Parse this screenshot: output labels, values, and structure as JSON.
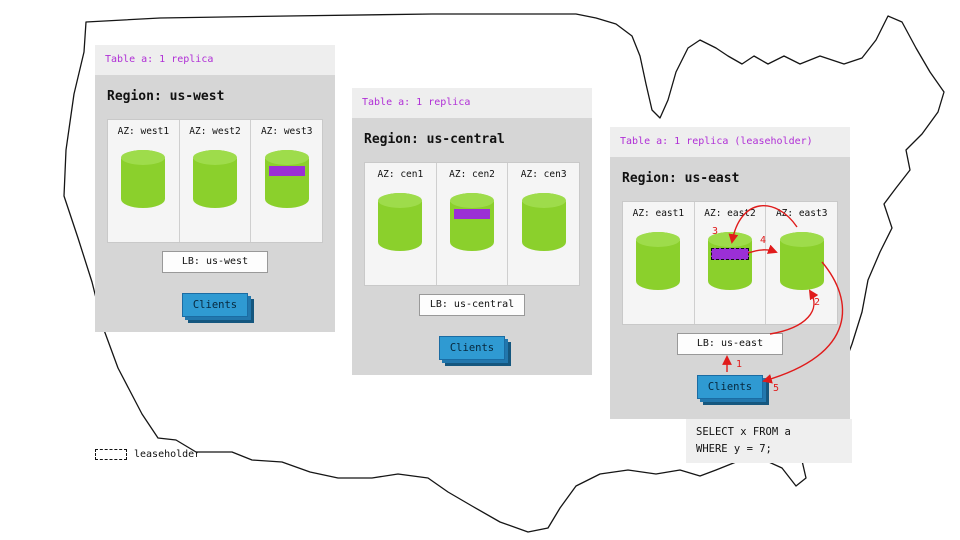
{
  "regions": [
    {
      "name": "us-west",
      "table_label": "Table a: 1 replica",
      "region_label": "Region: us-west",
      "azs": [
        {
          "label": "AZ: west1",
          "has_replica": false,
          "is_leaseholder": false
        },
        {
          "label": "AZ: west2",
          "has_replica": false,
          "is_leaseholder": false
        },
        {
          "label": "AZ: west3",
          "has_replica": true,
          "is_leaseholder": false
        }
      ],
      "lb_label": "LB: us-west",
      "clients_label": "Clients"
    },
    {
      "name": "us-central",
      "table_label": "Table a: 1 replica",
      "region_label": "Region: us-central",
      "azs": [
        {
          "label": "AZ: cen1",
          "has_replica": false,
          "is_leaseholder": false
        },
        {
          "label": "AZ: cen2",
          "has_replica": true,
          "is_leaseholder": false
        },
        {
          "label": "AZ: cen3",
          "has_replica": false,
          "is_leaseholder": false
        }
      ],
      "lb_label": "LB: us-central",
      "clients_label": "Clients"
    },
    {
      "name": "us-east",
      "table_label": "Table a: 1 replica (leaseholder)",
      "region_label": "Region: us-east",
      "azs": [
        {
          "label": "AZ: east1",
          "has_replica": false,
          "is_leaseholder": false
        },
        {
          "label": "AZ: east2",
          "has_replica": true,
          "is_leaseholder": true
        },
        {
          "label": "AZ: east3",
          "has_replica": false,
          "is_leaseholder": false
        }
      ],
      "lb_label": "LB: us-east",
      "clients_label": "Clients"
    }
  ],
  "east_flow": {
    "arrow_labels": [
      "1",
      "2",
      "3",
      "4",
      "5"
    ]
  },
  "sql_box": {
    "line1": "SELECT x FROM a",
    "line2": "WHERE y = 7;"
  },
  "legend": {
    "label": "leaseholder"
  },
  "colors": {
    "replica_green": "#8bd02c",
    "replica_band_purple": "#9b2fd6",
    "header_text_purple": "#b02fd6",
    "arrow_red": "#e01b1b",
    "clients_blue": "#2f9ad2",
    "panel_gray": "#d6d6d6",
    "panel_header_gray": "#eeeeee"
  }
}
